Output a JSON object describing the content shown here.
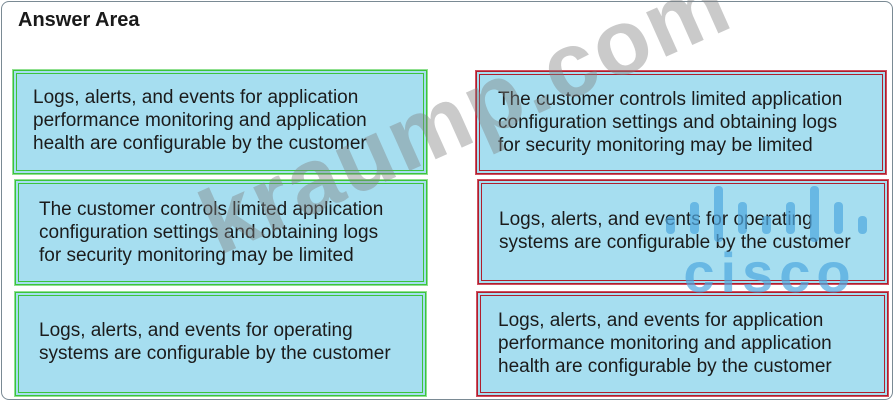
{
  "title": "Answer Area",
  "left_options": [
    "Logs, alerts, and events for application performance monitoring and application health are configurable by the customer",
    "The customer controls limited application configuration settings and obtaining logs for security monitoring may be limited",
    "Logs, alerts, and events for operating systems are configurable by the customer"
  ],
  "right_answers": [
    "The customer controls limited application configuration settings and obtaining logs for security monitoring may be limited",
    "Logs, alerts, and events for operating systems are configurable by the customer",
    "Logs, alerts, and events for application performance monitoring and application health are configurable by the customer"
  ],
  "watermark": "kraump.com",
  "logo_text": "cisco",
  "colors": {
    "box_fill": "#a6def0",
    "left_border": "#3cc43c",
    "right_border": "#b01e2c",
    "logo": "#4fa8e0"
  }
}
